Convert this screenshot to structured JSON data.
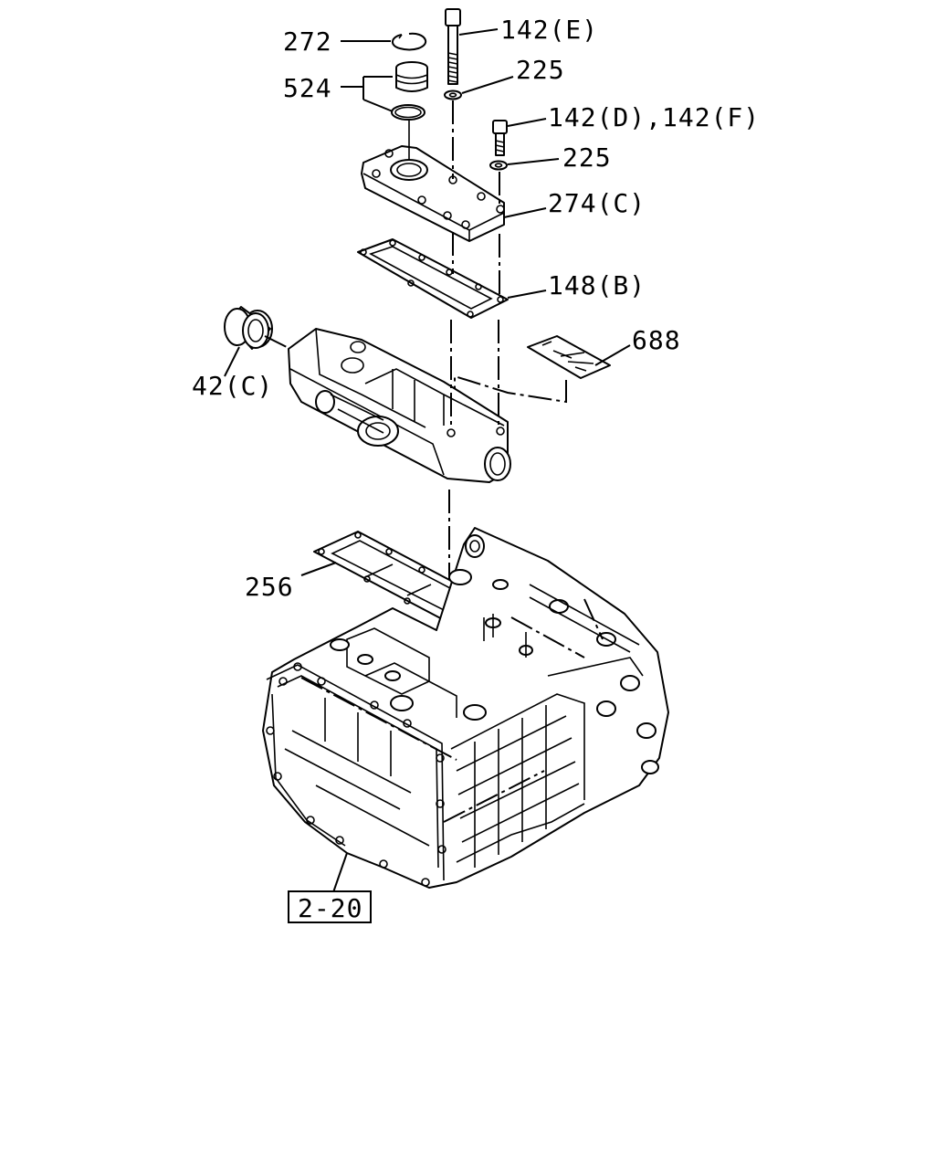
{
  "diagram": {
    "callouts": [
      {
        "id": "272",
        "text": "272"
      },
      {
        "id": "524",
        "text": "524"
      },
      {
        "id": "142e",
        "text": "142(E)"
      },
      {
        "id": "225a",
        "text": "225"
      },
      {
        "id": "142df",
        "text": "142(D),142(F)"
      },
      {
        "id": "225b",
        "text": "225"
      },
      {
        "id": "274c",
        "text": "274(C)"
      },
      {
        "id": "148b",
        "text": "148(B)"
      },
      {
        "id": "688",
        "text": "688"
      },
      {
        "id": "42c",
        "text": "42(C)"
      },
      {
        "id": "256",
        "text": "256"
      }
    ],
    "reference_box": "2-20"
  }
}
